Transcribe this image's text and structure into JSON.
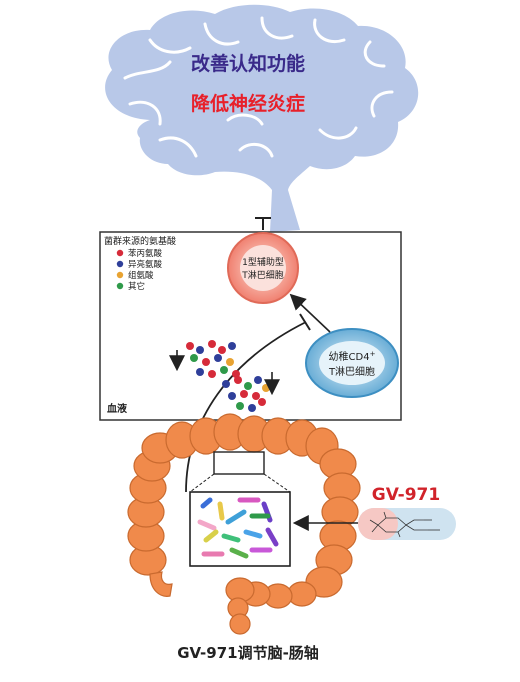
{
  "brain": {
    "line1": "改善认知功能",
    "line2": "降低神经炎症"
  },
  "blood_box": {
    "legend_title": "菌群来源的氨基酸",
    "legend_items": [
      {
        "label": "苯丙氨酸",
        "color": "#d62b3a"
      },
      {
        "label": "异亮氨酸",
        "color": "#2f3f9a"
      },
      {
        "label": "组氨酸",
        "color": "#e8a332"
      },
      {
        "label": "其它",
        "color": "#2f9a4a"
      }
    ],
    "label": "血液"
  },
  "th1_cell": {
    "line1": "1型辅助型",
    "line2": "T淋巴细胞",
    "fill": "#f4a090"
  },
  "naive_cell": {
    "line1": "幼稚CD4",
    "sup": "+",
    "line2": "T淋巴细胞",
    "fill": "#8fc4e2"
  },
  "drug": {
    "name": "GV-971",
    "name_color": "#d1232a"
  },
  "caption": "GV-971调节脑-肠轴",
  "colors": {
    "brain": "#b8c8e8",
    "brain_line": "#ffffff",
    "brain_text1": "#3a2a8a",
    "brain_text2": "#e8202a",
    "intestine": "#f08a4b",
    "intestine_dark": "#d86d30"
  }
}
